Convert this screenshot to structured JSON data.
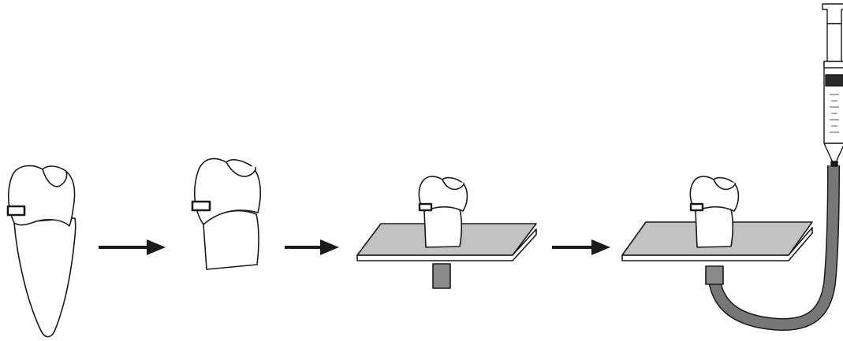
{
  "diagram": {
    "steps": [
      {
        "id": "step-whole-tooth",
        "icon": "tooth-with-cavity-icon"
      },
      {
        "id": "step-sectioned-crown",
        "icon": "sectioned-crown-icon"
      },
      {
        "id": "step-crown-on-plate",
        "icon": "crown-mounted-on-plate-icon"
      },
      {
        "id": "step-crown-with-pressure-line",
        "icon": "crown-with-syringe-icon"
      }
    ],
    "arrows": [
      "right-arrow-icon",
      "right-arrow-icon",
      "right-arrow-icon"
    ],
    "colors": {
      "outline": "#1a1a1a",
      "plate_top": "#c2c2c2",
      "connector": "#8a8a8a",
      "tube": "#777777",
      "plunger": "#2a2a2a",
      "background": "#ffffff"
    }
  }
}
